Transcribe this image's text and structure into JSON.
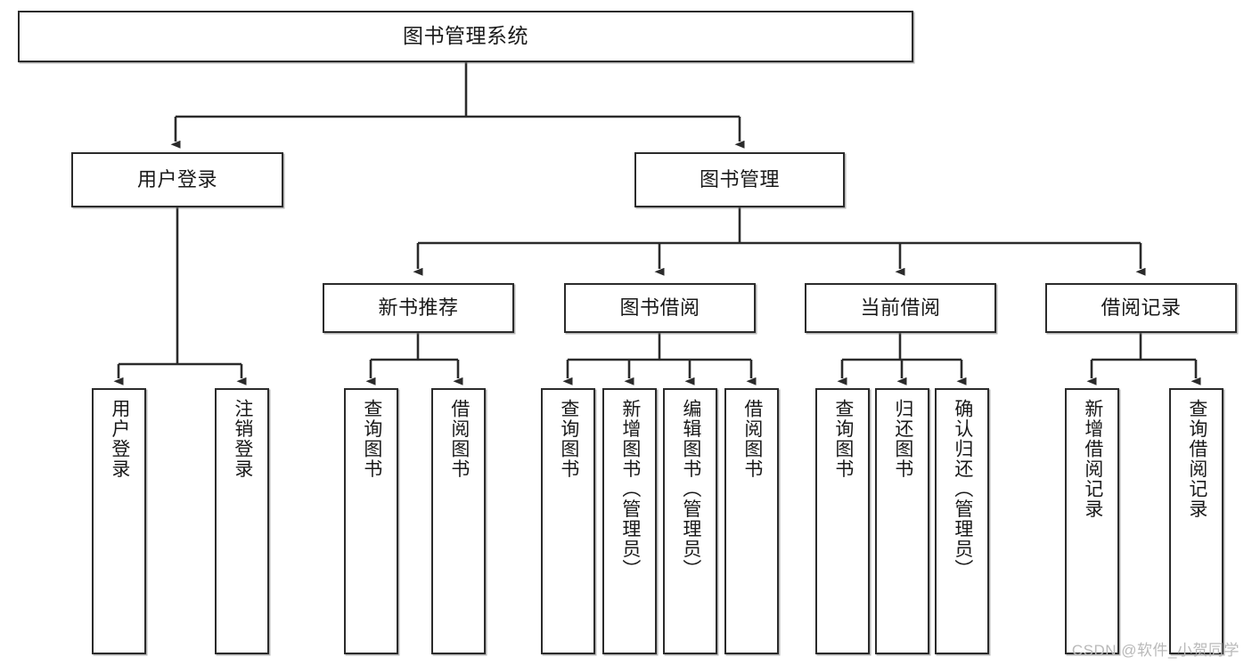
{
  "diagram": {
    "title": "图书管理系统",
    "watermark": "CSDN @软件_小贺同学",
    "stroke_color": "#2b2b2b",
    "fill_color": "#ffffff",
    "text_color": "#1a1a1a",
    "watermark_color": "#b9b9b9"
  },
  "nodes": {
    "root": {
      "label": "图书管理系统"
    },
    "level1": [
      {
        "label": "用户登录"
      },
      {
        "label": "图书管理"
      }
    ],
    "level2": [
      {
        "label": "新书推荐"
      },
      {
        "label": "图书借阅"
      },
      {
        "label": "当前借阅"
      },
      {
        "label": "借阅记录"
      }
    ],
    "leaves_user_login": [
      {
        "label": "用户登录"
      },
      {
        "label": "注销登录"
      }
    ],
    "leaves_new_book": [
      {
        "label": "查询图书"
      },
      {
        "label": "借阅图书"
      }
    ],
    "leaves_borrow": [
      {
        "label": "查询图书"
      },
      {
        "label": "新增图书（管理员）"
      },
      {
        "label": "编辑图书（管理员）"
      },
      {
        "label": "借阅图书"
      }
    ],
    "leaves_current": [
      {
        "label": "查询图书"
      },
      {
        "label": "归还图书"
      },
      {
        "label": "确认归还（管理员）"
      }
    ],
    "leaves_records": [
      {
        "label": "新增借阅记录"
      },
      {
        "label": "查询借阅记录"
      }
    ]
  },
  "chart_data": {
    "type": "tree-diagram",
    "title": "图书管理系统",
    "orientation": "top-down",
    "edge_style": "orthogonal-elbow-with-arrowheads",
    "tree": {
      "name": "图书管理系统",
      "children": [
        {
          "name": "用户登录",
          "children": [
            {
              "name": "用户登录",
              "children": []
            },
            {
              "name": "注销登录",
              "children": []
            }
          ]
        },
        {
          "name": "图书管理",
          "children": [
            {
              "name": "新书推荐",
              "children": [
                {
                  "name": "查询图书",
                  "children": []
                },
                {
                  "name": "借阅图书",
                  "children": []
                }
              ]
            },
            {
              "name": "图书借阅",
              "children": [
                {
                  "name": "查询图书",
                  "children": []
                },
                {
                  "name": "新增图书（管理员）",
                  "children": []
                },
                {
                  "name": "编辑图书（管理员）",
                  "children": []
                },
                {
                  "name": "借阅图书",
                  "children": []
                }
              ]
            },
            {
              "name": "当前借阅",
              "children": [
                {
                  "name": "查询图书",
                  "children": []
                },
                {
                  "name": "归还图书",
                  "children": []
                },
                {
                  "name": "确认归还（管理员）",
                  "children": []
                }
              ]
            },
            {
              "name": "借阅记录",
              "children": [
                {
                  "name": "新增借阅记录",
                  "children": []
                },
                {
                  "name": "查询借阅记录",
                  "children": []
                }
              ]
            }
          ]
        }
      ]
    },
    "node_count": 20,
    "depth": 4
  }
}
